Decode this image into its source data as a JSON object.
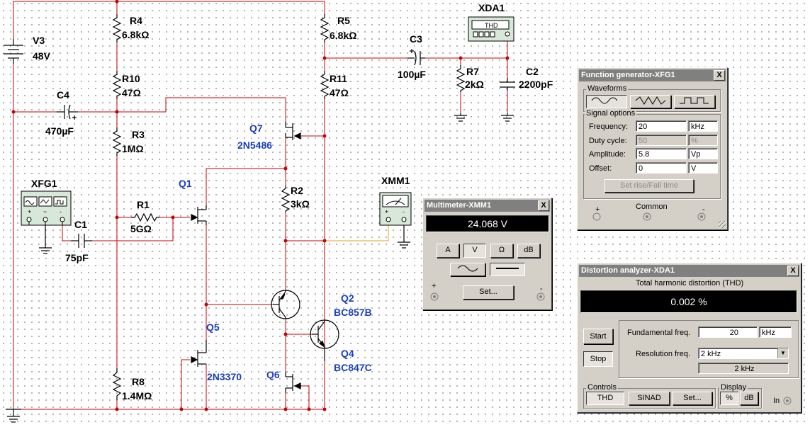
{
  "schematic": {
    "labels": {
      "v3": "V3",
      "v3_val": "48V",
      "r4": "R4",
      "r4_val": "6.8kΩ",
      "r5": "R5",
      "r5_val": "6.8kΩ",
      "r10": "R10",
      "r10_val": "47Ω",
      "r11": "R11",
      "r11_val": "47Ω",
      "c4": "C4",
      "c4_val": "470µF",
      "r3": "R3",
      "r3_val": "1MΩ",
      "q7": "Q7",
      "q7_part": "2N5486",
      "q1": "Q1",
      "xfg1": "XFG1",
      "r1": "R1",
      "r1_val": "5GΩ",
      "c1": "C1",
      "c1_val": "75pF",
      "r2": "R2",
      "r2_val": "3kΩ",
      "xmm1": "XMM1",
      "c3": "C3",
      "c3_val": "100µF",
      "r7": "R7",
      "r7_val": "2kΩ",
      "c2": "C2",
      "c2_val": "2200pF",
      "xda1": "XDA1",
      "xda1_badge": "THD",
      "q2": "Q2",
      "q2_part": "BC857B",
      "q4": "Q4",
      "q4_part": "BC847C",
      "q5": "Q5",
      "q5_part": "2N3370",
      "q6": "Q6",
      "r8": "R8",
      "r8_val": "1.4MΩ"
    },
    "colors": {
      "wire": "#cc0000",
      "meter_wire": "#e0a020",
      "component": "#000000",
      "part_text": "#1a3fbf"
    }
  },
  "function_generator": {
    "title": "Function generator-XFG1",
    "close": "X",
    "waveforms_label": "Waveforms",
    "waveforms": [
      "sine-wave-icon",
      "triangle-wave-icon",
      "square-wave-icon"
    ],
    "signal_options_label": "Signal options",
    "frequency": {
      "label": "Frequency:",
      "value": "20",
      "unit": "kHz"
    },
    "duty_cycle": {
      "label": "Duty cycle:",
      "value": "50",
      "unit": "%"
    },
    "amplitude": {
      "label": "Amplitude:",
      "value": "5.8",
      "unit": "Vp"
    },
    "offset": {
      "label": "Offset:",
      "value": "0",
      "unit": "V"
    },
    "set_rise_fall": "Set rise/Fall time",
    "common_label": "Common",
    "plus": "+",
    "minus": "-"
  },
  "multimeter": {
    "title": "Multimeter-XMM1",
    "close": "X",
    "reading": "24.068 V",
    "modes": [
      "A",
      "V",
      "Ω",
      "dB"
    ],
    "selected_mode": "V",
    "set_button": "Set...",
    "plus": "+",
    "minus": "-"
  },
  "distortion_analyzer": {
    "title": "Distortion analyzer-XDA1",
    "close": "X",
    "heading": "Total harmonic distortion (THD)",
    "reading": "0.002 %",
    "start": "Start",
    "stop": "Stop",
    "fundamental_label": "Fundamental freq.",
    "fundamental_value": "20",
    "fundamental_unit": "kHz",
    "resolution_label": "Resolution freq.",
    "resolution_value": "2 kHz",
    "resolution_readout": "2 kHz",
    "controls_label": "Controls",
    "controls": [
      "THD",
      "SINAD",
      "Set..."
    ],
    "display_label": "Display",
    "display_opts": [
      "%",
      "dB"
    ],
    "in_label": "In"
  }
}
